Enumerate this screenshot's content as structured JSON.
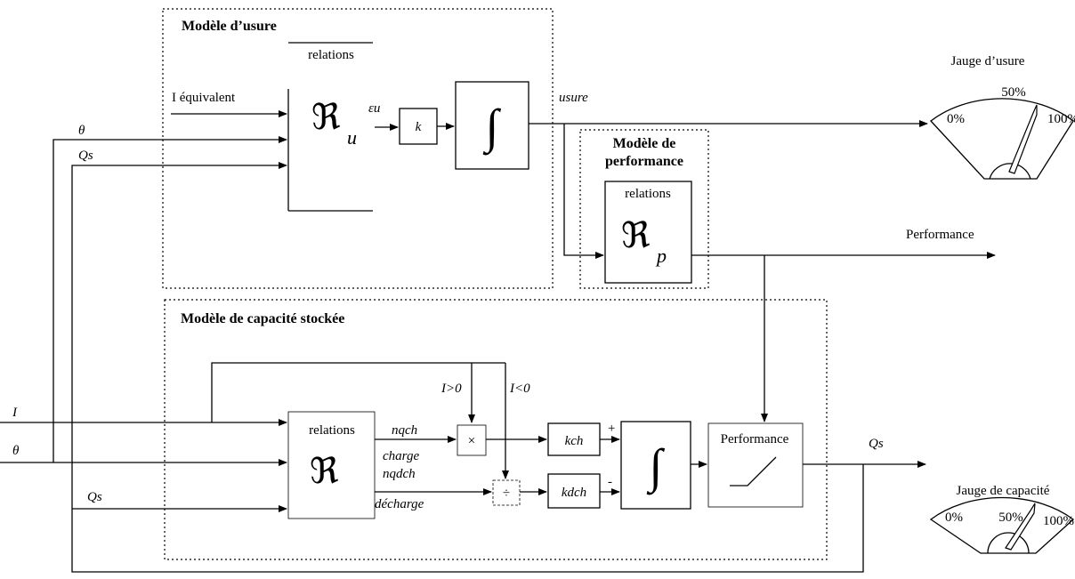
{
  "titles": {
    "wear_model": "Modèle d’usure",
    "perf_model_line1": "Modèle de",
    "perf_model_line2": "performance",
    "capacity_model": "Modèle de capacité stockée"
  },
  "blocks": {
    "relations_u": "relations",
    "relations_p": "relations",
    "relations_cap": "relations",
    "R_symbol": "ℜ",
    "sub_u": "u",
    "sub_p": "p",
    "gain_k": "k",
    "gain_kch": "kch",
    "gain_kdch": "kdch",
    "integral": "∫",
    "performance_block": "Performance",
    "multiply": "×",
    "divide": "÷"
  },
  "signals": {
    "i_equivalent": "I équivalent",
    "theta_top": "θ",
    "qs_top": "Qs",
    "epsilon_u": "εu",
    "usure": "usure",
    "performance_out": "Performance",
    "i_left": "I",
    "theta_left": "θ",
    "qs_left": "Qs",
    "i_pos": "I>0",
    "i_neg": "I<0",
    "n_qch": "nqch",
    "charge": "charge",
    "n_qdch": "nqdch",
    "decharge": "décharge",
    "plus": "+",
    "minus": "-",
    "qs_out": "Qs"
  },
  "gauges": {
    "wear": {
      "title": "Jauge d’usure",
      "min": "0%",
      "mid": "50%",
      "max": "100%"
    },
    "capacity": {
      "title": "Jauge de capacité",
      "min": "0%",
      "mid": "50%",
      "max": "100%"
    }
  }
}
